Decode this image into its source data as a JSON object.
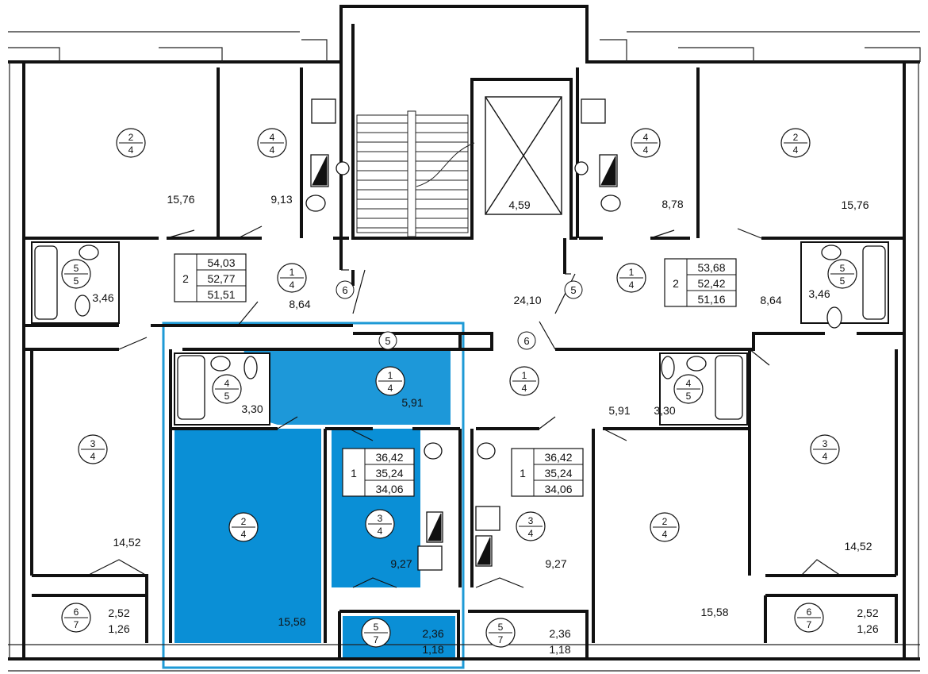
{
  "rooms": [
    {
      "id": "tl-living",
      "top": "2",
      "bottom": "4",
      "area": "15,76"
    },
    {
      "id": "tl-kitchen",
      "top": "4",
      "bottom": "4",
      "area": "9,13"
    },
    {
      "id": "tl-bath",
      "top": "5",
      "bottom": "5",
      "area": "3,46"
    },
    {
      "id": "tl-hall",
      "top": "1",
      "bottom": "4",
      "area": "8,64"
    },
    {
      "id": "bl-bed",
      "top": "3",
      "bottom": "4",
      "area": "14,52"
    },
    {
      "id": "bl-balcony",
      "top": "6",
      "bottom": "7",
      "area": "2,52",
      "area2": "1,26"
    },
    {
      "id": "hl-bath",
      "top": "4",
      "bottom": "5",
      "area": "3,30"
    },
    {
      "id": "hl-hall",
      "top": "1",
      "bottom": "4",
      "area": "5,91"
    },
    {
      "id": "hl-room",
      "top": "2",
      "bottom": "4",
      "area": "15,58"
    },
    {
      "id": "hl-kitchen",
      "top": "3",
      "bottom": "4",
      "area": "9,27"
    },
    {
      "id": "hl-balcony",
      "top": "5",
      "bottom": "7",
      "area": "2,36",
      "area2": "1,18"
    },
    {
      "id": "cm-hall",
      "top": "1",
      "bottom": "4",
      "area": "5,91"
    },
    {
      "id": "cm-kitchen",
      "top": "3",
      "bottom": "4",
      "area": "9,27"
    },
    {
      "id": "cm-balcony",
      "top": "5",
      "bottom": "7",
      "area": "2,36",
      "area2": "1,18"
    },
    {
      "id": "br-room",
      "top": "2",
      "bottom": "4",
      "area": "15,58"
    },
    {
      "id": "br-bath",
      "top": "4",
      "bottom": "5",
      "area": "3,30"
    },
    {
      "id": "tr-kitchen",
      "top": "4",
      "bottom": "4",
      "area": "8,78"
    },
    {
      "id": "tr-living",
      "top": "2",
      "bottom": "4",
      "area": "15,76"
    },
    {
      "id": "tr-bath",
      "top": "5",
      "bottom": "5",
      "area": "3,46"
    },
    {
      "id": "tr-hall",
      "top": "1",
      "bottom": "4",
      "area": "8,64"
    },
    {
      "id": "rb-bed",
      "top": "3",
      "bottom": "4",
      "area": "14,52"
    },
    {
      "id": "rb-balcony",
      "top": "6",
      "bottom": "7",
      "area": "2,52",
      "area2": "1,26"
    }
  ],
  "apartments": [
    {
      "id": "apt-left",
      "rooms": "2",
      "total": "54,03",
      "living": "52,77",
      "reduced": "51,51"
    },
    {
      "id": "apt-right",
      "rooms": "2",
      "total": "53,68",
      "living": "52,42",
      "reduced": "51,16"
    },
    {
      "id": "apt-highlight",
      "rooms": "1",
      "total": "36,42",
      "living": "35,24",
      "reduced": "34,06"
    },
    {
      "id": "apt-center",
      "rooms": "1",
      "total": "36,42",
      "living": "35,24",
      "reduced": "34,06"
    }
  ],
  "common": {
    "corridor_area": "24,10",
    "elevator_area": "4,59",
    "markers": [
      "6",
      "5",
      "5",
      "6"
    ]
  },
  "colors": {
    "highlight": "#0a8fd6",
    "outline": "#1e9ad6",
    "line": "#111111"
  }
}
